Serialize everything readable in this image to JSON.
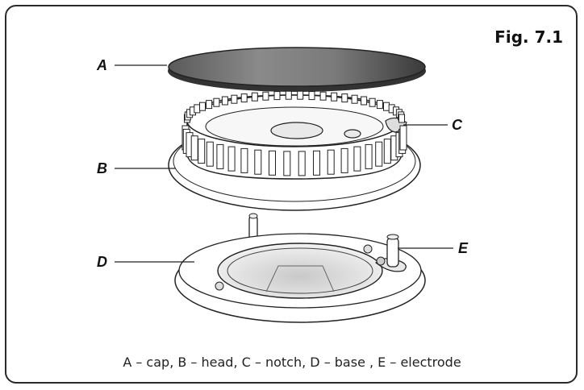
{
  "figure": {
    "title": "Fig. 7.1",
    "labels": {
      "a": "A",
      "b": "B",
      "c": "C",
      "d": "D",
      "e": "E"
    },
    "caption": "A – cap,  B – head,  C – notch,  D – base ,  E – electrode"
  },
  "icons": [
    "burner-cap-icon",
    "burner-head-icon",
    "burner-base-icon",
    "electrode-icon",
    "ignition-pin-icon"
  ]
}
